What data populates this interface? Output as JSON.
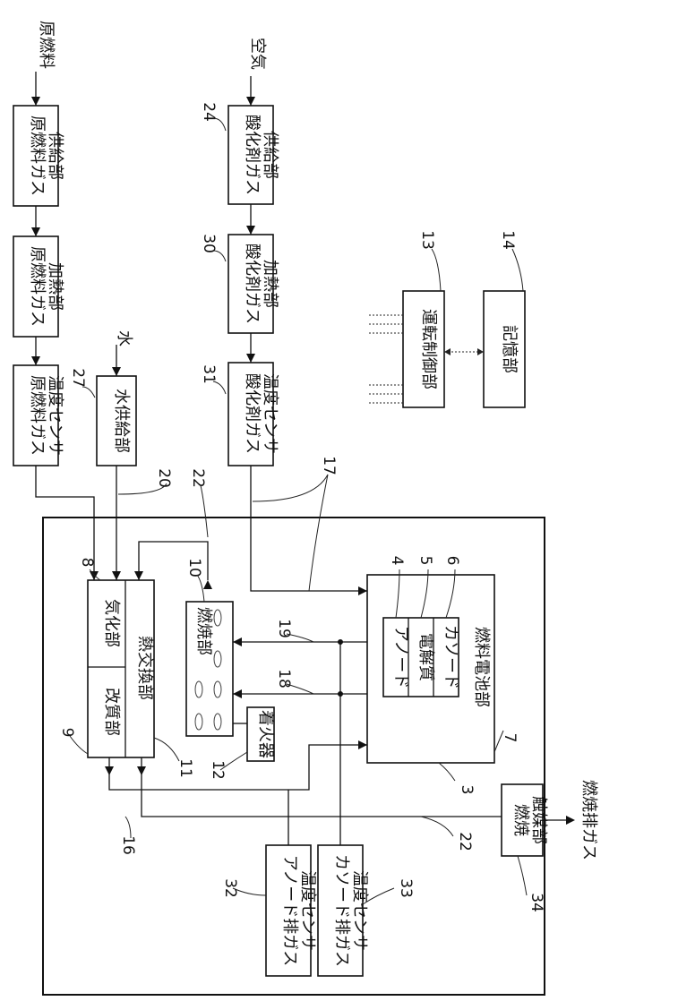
{
  "inputs": {
    "raw_fuel": "原燃料",
    "air": "空気",
    "water": "水"
  },
  "output": {
    "combustion_exhaust": "燃焼排ガス"
  },
  "blocks": {
    "raw_fuel_supply": [
      "原燃料ガス",
      "供給部"
    ],
    "raw_fuel_heater": [
      "原燃料ガス",
      "加熱部"
    ],
    "raw_fuel_temp_sensor": [
      "原燃料ガス",
      "温度センサ"
    ],
    "oxidant_supply": [
      "酸化剤ガス",
      "供給部"
    ],
    "oxidant_heater": [
      "酸化剤ガス",
      "加熱部"
    ],
    "oxidant_temp_sensor": [
      "酸化剤ガス",
      "温度センサ"
    ],
    "water_supply": "水供給部",
    "operation_controller": "運転制御部",
    "memory": "記憶部",
    "vaporizer": "気化部",
    "reformer": "改質部",
    "heat_exchanger": "熱交換部",
    "combustor": "燃焼部",
    "igniter": "着火器",
    "anode": "アノード",
    "electrolyte": "電解質",
    "cathode": "カソード",
    "fuel_cell_unit": "燃料電池部",
    "anode_exhaust_sensor": [
      "アノード排ガス",
      "温度センサ"
    ],
    "cathode_exhaust_sensor": [
      "カソード排ガス",
      "温度センサ"
    ],
    "combustion_catalyst": [
      "燃焼",
      "触媒部"
    ]
  },
  "labels": {
    "n24": "24",
    "n30": "30",
    "n31": "31",
    "n27": "27",
    "n13": "13",
    "n14": "14",
    "n20": "20",
    "n22a": "22",
    "n17": "17",
    "n10": "10",
    "n8": "8",
    "n4": "4",
    "n5": "5",
    "n6": "6",
    "n7": "7",
    "n19": "19",
    "n18": "18",
    "n9": "9",
    "n11": "11",
    "n12": "12",
    "n3": "3",
    "n16": "16",
    "n22b": "22",
    "n32": "32",
    "n33": "33",
    "n34": "34"
  }
}
